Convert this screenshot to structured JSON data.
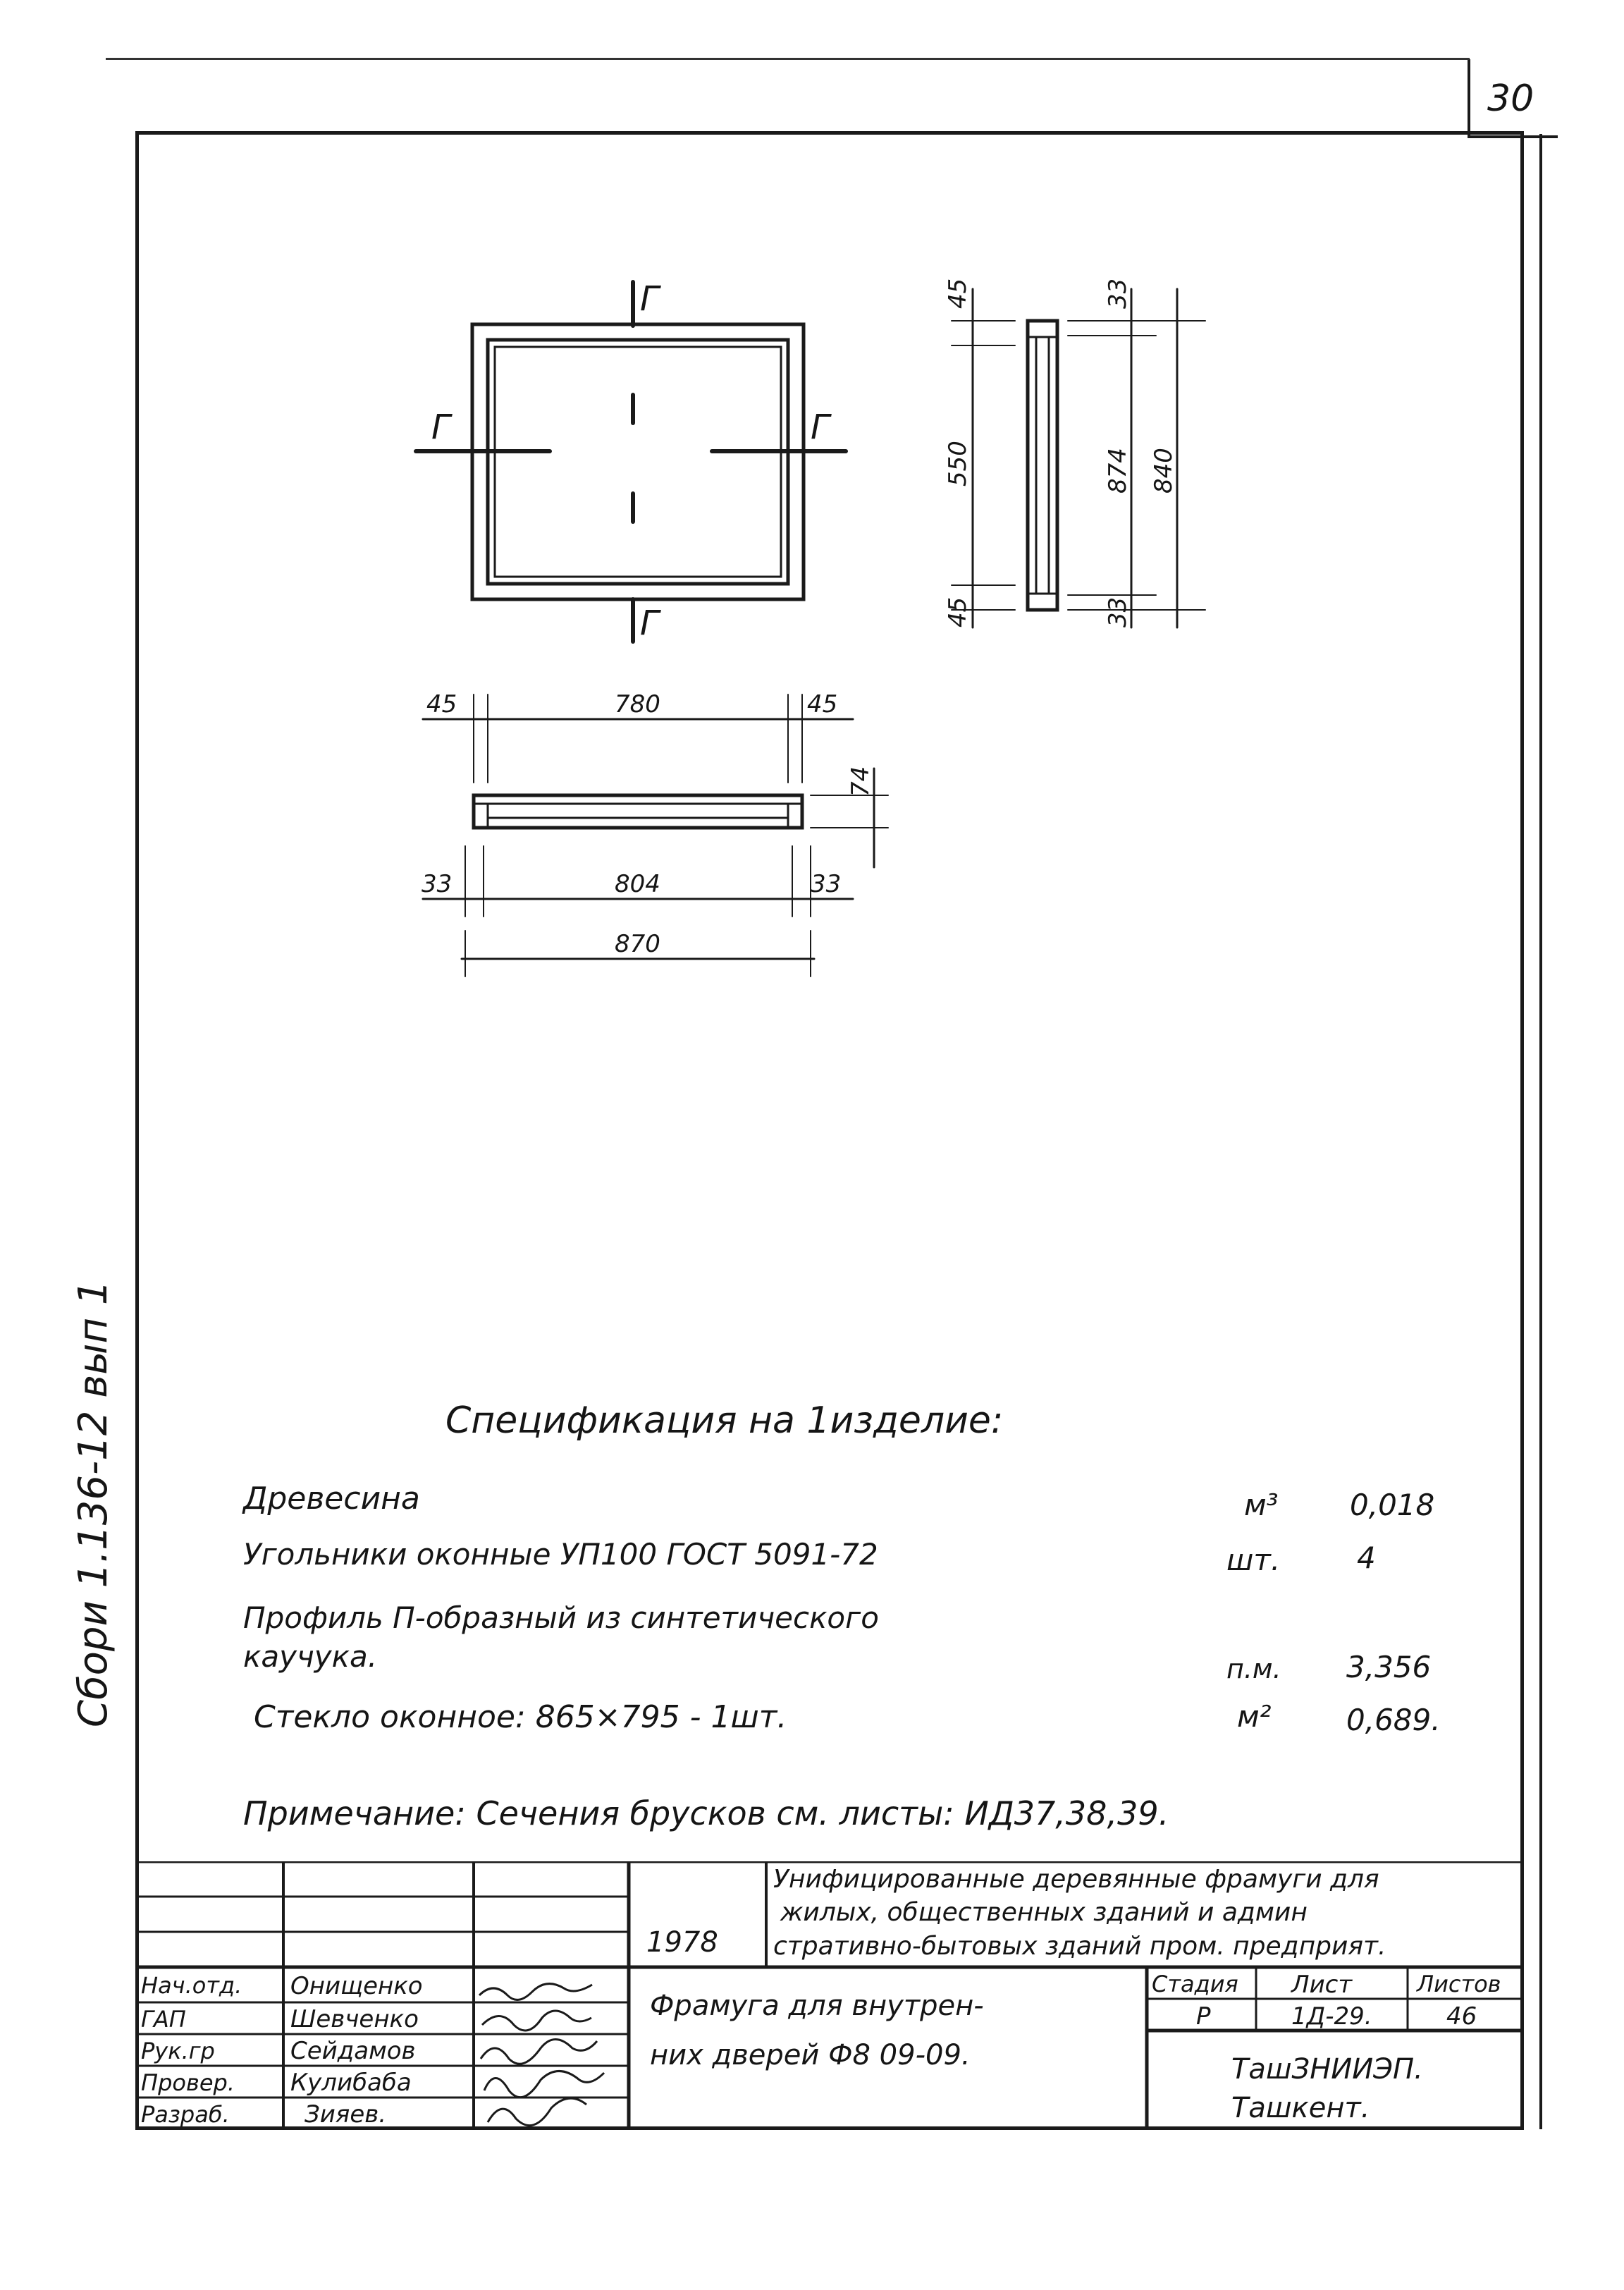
{
  "page": {
    "sheet_number": "30",
    "side_note": "Сбори 1.136-12 вып 1"
  },
  "views": {
    "front": {
      "section_labels": [
        "Г",
        "Г",
        "Г",
        "Г"
      ]
    },
    "side": {
      "dims_outer": [
        "45",
        "550",
        "45"
      ],
      "dims_inner": [
        "33",
        "874",
        "840",
        "33"
      ]
    },
    "plan": {
      "dims_top": [
        "45",
        "780",
        "45"
      ],
      "dim_height": "74",
      "dims_mid": [
        "33",
        "804",
        "33"
      ],
      "dim_total": "870"
    }
  },
  "specification": {
    "title": "Спецификация на 1изделие:",
    "rows": [
      {
        "name": "Древесина",
        "unit": "м³",
        "qty": "0,018"
      },
      {
        "name": "Угольники оконные УП100 ГОСТ 5091-72",
        "unit": "шт.",
        "qty": "4"
      },
      {
        "name": "Профиль П-образный из синтетического",
        "name2": "каучука.",
        "unit": "п.м.",
        "qty": "3,356"
      },
      {
        "name": "Стекло оконное: 865×795 - 1шт.",
        "unit": "м²",
        "qty": "0,689."
      }
    ],
    "note": "Примечание: Сечения брусков см. листы: ИД37,38,39."
  },
  "title_block": {
    "year": "1978",
    "project_title": [
      "Унифицированные деревянные фрамуги для",
      "жилых, общественных зданий и админ",
      "стративно-бытовых зданий пром. предприят."
    ],
    "roles": [
      "Нач.отд.",
      "ГАП",
      "Рук.гр",
      "Провер.",
      "Разраб."
    ],
    "names": [
      "Онищенко",
      "Шевченко",
      "Сейдамов",
      "Кулибаба",
      "Зияев."
    ],
    "drawing_title": [
      "Фрамуга для внутрен-",
      "них дверей Ф8 09-09."
    ],
    "stage_header": "Стадия",
    "sheet_header": "Лист",
    "sheets_header": "Листов",
    "stage": "Р",
    "sheet": "1Д-29.",
    "sheets": "46",
    "organization": [
      "ТашЗНИИЭП.",
      "Ташкент."
    ]
  }
}
